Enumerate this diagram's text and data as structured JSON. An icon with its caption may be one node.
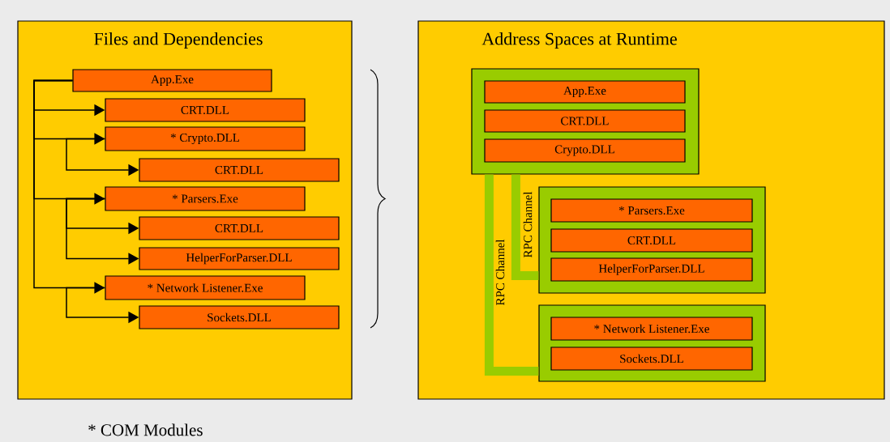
{
  "diagram": {
    "nodes": [
      {
        "text": [
          "Files and Dependencies"
        ]
      },
      {
        "text": [
          "App.Exe"
        ],
        "in": 0
      },
      {
        "text": [
          "CRT.DLL"
        ],
        "in": 0
      },
      {
        "text": [
          "* Crypto.DLL"
        ],
        "in": 0
      },
      {
        "text": [
          "CRT.DLL"
        ],
        "in": 0
      },
      {
        "text": [
          "* Parsers.Exe"
        ],
        "in": 0
      },
      {
        "text": [
          "CRT.DLL"
        ],
        "in": 0
      },
      {
        "text": [
          "HelperForParser.DLL"
        ],
        "in": 0
      },
      {
        "text": [
          "* Network Listener.Exe"
        ],
        "in": 0
      },
      {
        "text": [
          "Sockets.DLL"
        ],
        "in": 0
      },
      {
        "text": [
          "Address Spaces at Runtime"
        ]
      },
      {
        "text": [],
        "shape": "box",
        "in": 10
      },
      {
        "text": [
          "App.Exe"
        ],
        "in": 11
      },
      {
        "text": [
          "CRT.DLL"
        ],
        "in": 11
      },
      {
        "text": [
          "Crypto.DLL"
        ],
        "in": 11
      },
      {
        "text": [],
        "shape": "box",
        "in": 10
      },
      {
        "text": [
          "* Parsers.Exe"
        ],
        "in": 15
      },
      {
        "text": [
          "CRT.DLL"
        ],
        "in": 15
      },
      {
        "text": [
          "HelperForParser.DLL"
        ],
        "in": 15
      },
      {
        "text": [],
        "shape": "box",
        "in": 10
      },
      {
        "text": [
          "* Network Listener.Exe"
        ],
        "in": 19
      },
      {
        "text": [
          "Sockets.DLL"
        ],
        "in": 19
      }
    ],
    "edges": [
      {
        "from": 1,
        "to": 2,
        "arrow": "to"
      },
      {
        "from": 1,
        "to": 3,
        "arrow": "to"
      },
      {
        "from": 3,
        "to": 4,
        "arrow": "to"
      },
      {
        "from": 1,
        "to": 5,
        "arrow": "to"
      },
      {
        "from": 5,
        "to": 6,
        "arrow": "to"
      },
      {
        "from": 5,
        "to": 7,
        "arrow": "to"
      },
      {
        "from": 1,
        "to": 8,
        "arrow": "to"
      },
      {
        "from": 8,
        "to": 9,
        "arrow": "to"
      },
      {
        "from": 11,
        "to": 15,
        "arrow": "none",
        "label": "RPC Channel",
        "style": "thick",
        "color": "#99cc00"
      },
      {
        "from": 11,
        "to": 19,
        "arrow": "none",
        "label": "RPC Channel",
        "style": "thick",
        "color": "#99cc00"
      }
    ],
    "labels": [
      "* COM Modules"
    ]
  }
}
